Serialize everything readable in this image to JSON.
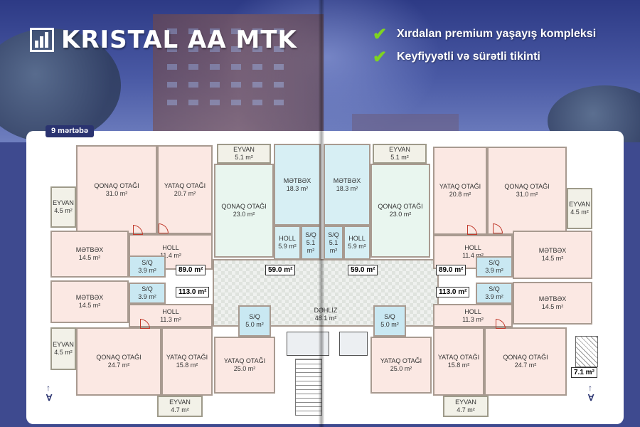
{
  "header": {
    "brand_title": "KRISTAL AA MTK",
    "logo_icon": "building-logo-icon",
    "features": [
      {
        "icon": "checkmark-icon",
        "text": "Xırdalan premium yaşayış kompleksi"
      },
      {
        "icon": "checkmark-icon",
        "text": "Keyfiyyətli və sürətli tikinti"
      }
    ],
    "accent_color": "#7ed321",
    "brand_color": "#2a3370"
  },
  "plan": {
    "floor_label": "9 mərtəbə",
    "corridor": {
      "name": "DƏHLİZ",
      "area": "48.1 m²"
    },
    "rooms": {
      "l_qonaq_top": {
        "name": "QONAQ OTAĞI",
        "area": "31.0 m²"
      },
      "l_yataq_top": {
        "name": "YATAQ OTAĞI",
        "area": "20.7 m²"
      },
      "l_eyvan_top": {
        "name": "EYVAN",
        "area": "4.5 m²"
      },
      "l_metbex_top": {
        "name": "MƏTBƏX",
        "area": "14.5 m²"
      },
      "l_holl_top": {
        "name": "HOLL",
        "area": "11.4 m²"
      },
      "l_sq_top": {
        "name": "S/Q",
        "area": "3.9 m²"
      },
      "l_metbex_bot": {
        "name": "MƏTBƏX",
        "area": "14.5 m²"
      },
      "l_sq_bot": {
        "name": "S/Q",
        "area": "3.9 m²"
      },
      "l_holl_bot": {
        "name": "HOLL",
        "area": "11.3 m²"
      },
      "l_eyvan_bot": {
        "name": "EYVAN",
        "area": "4.5 m²"
      },
      "l_qonaq_bot": {
        "name": "QONAQ OTAĞI",
        "area": "24.7 m²"
      },
      "l_yataq_bot": {
        "name": "YATAQ OTAĞI",
        "area": "15.8 m²"
      },
      "l_eyvan_bottom": {
        "name": "EYVAN",
        "area": "4.7 m²"
      },
      "cl_eyvan": {
        "name": "EYVAN",
        "area": "5.1 m²"
      },
      "cl_qonaq": {
        "name": "QONAQ OTAĞI",
        "area": "23.0 m²"
      },
      "cl_metbex": {
        "name": "MƏTBƏX",
        "area": "18.3 m²"
      },
      "cl_holl": {
        "name": "HOLL",
        "area": "5.9 m²"
      },
      "cl_sq": {
        "name": "S/Q",
        "area": "5.1 m²"
      },
      "cl_sq_low": {
        "name": "S/Q",
        "area": "5.0 m²"
      },
      "cl_yataq": {
        "name": "YATAQ OTAĞI",
        "area": "25.0 m²"
      },
      "cr_eyvan": {
        "name": "EYVAN",
        "area": "5.1 m²"
      },
      "cr_metbex": {
        "name": "MƏTBƏX",
        "area": "18.3 m²"
      },
      "cr_qonaq": {
        "name": "QONAQ OTAĞI",
        "area": "23.0 m²"
      },
      "cr_sq": {
        "name": "S/Q",
        "area": "5.1 m²"
      },
      "cr_holl": {
        "name": "HOLL",
        "area": "5.9 m²"
      },
      "cr_sq_low": {
        "name": "S/Q",
        "area": "5.0 m²"
      },
      "cr_yataq": {
        "name": "YATAQ OTAĞI",
        "area": "25.0 m²"
      },
      "r_yataq_top": {
        "name": "YATAQ OTAĞI",
        "area": "20.8 m²"
      },
      "r_qonaq_top": {
        "name": "QONAQ OTAĞI",
        "area": "31.0 m²"
      },
      "r_eyvan_top": {
        "name": "EYVAN",
        "area": "4.5 m²"
      },
      "r_holl_top": {
        "name": "HOLL",
        "area": "11.4 m²"
      },
      "r_metbex_top": {
        "name": "MƏTBƏX",
        "area": "14.5 m²"
      },
      "r_sq_top": {
        "name": "S/Q",
        "area": "3.9 m²"
      },
      "r_sq_bot": {
        "name": "S/Q",
        "area": "3.9 m²"
      },
      "r_metbex_bot": {
        "name": "MƏTBƏX",
        "area": "14.5 m²"
      },
      "r_holl_bot": {
        "name": "HOLL",
        "area": "11.3 m²"
      },
      "r_yataq_bot": {
        "name": "YATAQ OTAĞI",
        "area": "15.8 m²"
      },
      "r_qonaq_bot": {
        "name": "QONAQ OTAĞI",
        "area": "24.7 m²"
      },
      "r_eyvan_bottom": {
        "name": "EYVAN",
        "area": "4.7 m²"
      }
    },
    "apartment_totals": {
      "l_top": "89.0 m²",
      "l_bot": "113.0 m²",
      "cl": "59.0 m²",
      "cr": "59.0 m²",
      "r_top": "89.0 m²",
      "r_bot": "113.0 m²",
      "extra": "7.1 m²"
    }
  }
}
